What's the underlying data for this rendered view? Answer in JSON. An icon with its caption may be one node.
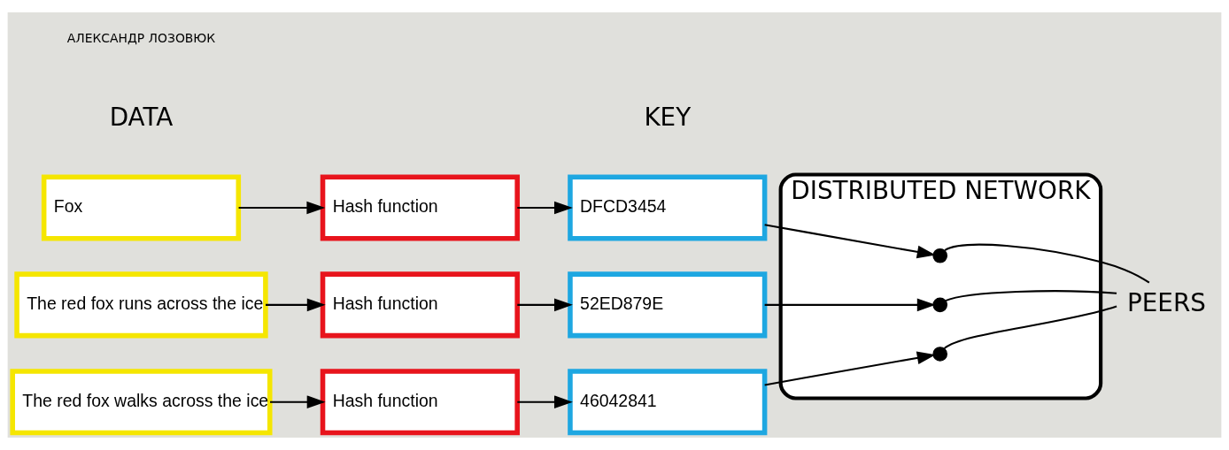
{
  "diagram": {
    "nodes": [
      {
        "text": [
          "Fox"
        ]
      },
      {
        "text": [
          "Hash function"
        ]
      },
      {
        "text": [
          "DFCD3454"
        ]
      },
      {
        "text": [
          "The red fox runs across the ice"
        ]
      },
      {
        "text": [
          "Hash function"
        ]
      },
      {
        "text": [
          "52ED879E"
        ]
      },
      {
        "text": [
          "The red fox walks across the ice"
        ]
      },
      {
        "text": [
          "Hash function"
        ]
      },
      {
        "text": [
          "46042841"
        ]
      },
      {
        "text": [
          "DISTRIBUTED NETWORK"
        ]
      },
      {
        "text": [],
        "shape": "circle",
        "in": 9
      },
      {
        "text": [],
        "shape": "circle",
        "in": 9
      },
      {
        "text": [],
        "shape": "circle",
        "in": 9
      },
      {
        "text": [
          "PEERS"
        ]
      }
    ],
    "edges": [
      {
        "from": 0,
        "to": 1,
        "arrow": "to"
      },
      {
        "from": 1,
        "to": 2,
        "arrow": "to"
      },
      {
        "from": 2,
        "to": 10,
        "arrow": "to"
      },
      {
        "from": 3,
        "to": 4,
        "arrow": "to"
      },
      {
        "from": 4,
        "to": 5,
        "arrow": "to"
      },
      {
        "from": 5,
        "to": 11,
        "arrow": "to"
      },
      {
        "from": 6,
        "to": 7,
        "arrow": "to"
      },
      {
        "from": 7,
        "to": 8,
        "arrow": "to"
      },
      {
        "from": 8,
        "to": 12,
        "arrow": "to"
      },
      {
        "from": 13,
        "to": 10,
        "arrow": "none"
      },
      {
        "from": 13,
        "to": 11,
        "arrow": "none"
      },
      {
        "from": 13,
        "to": 12,
        "arrow": "none"
      }
    ],
    "labels": [
      "DATA",
      "KEY",
      "АЛЕКСАНДР ЛОЗОВЮК"
    ]
  }
}
